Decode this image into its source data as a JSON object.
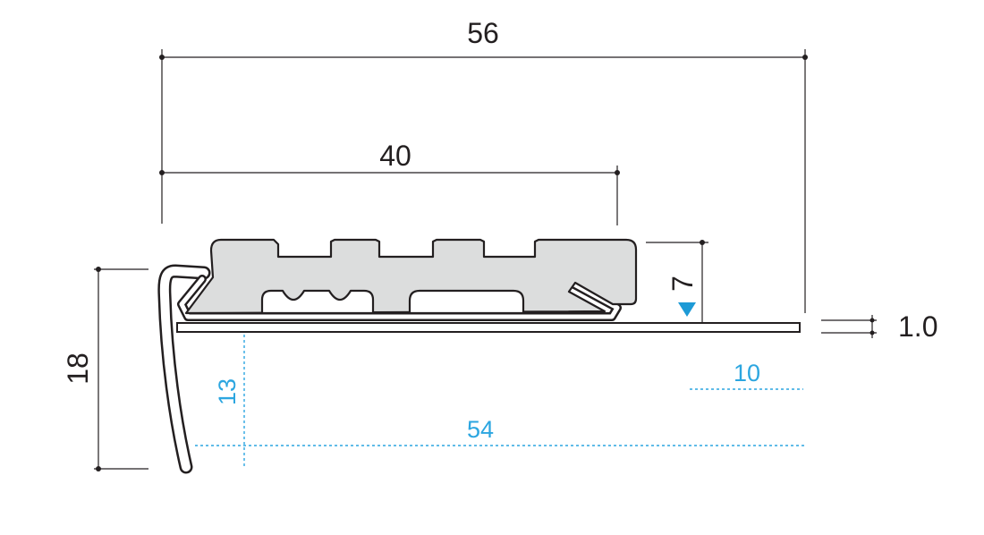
{
  "dimensions": {
    "overall_width": "56",
    "tread_width": "40",
    "height": "18",
    "tread_height": "7",
    "thickness": "1.0"
  },
  "reference_dimensions": {
    "depth": "13",
    "offset": "10",
    "length": "54"
  },
  "colors": {
    "line": "#231f20",
    "insert_fill": "#dcdddd",
    "reference": "#2ca6e0"
  },
  "icons": {
    "level_marker": "triangle-down-icon"
  }
}
